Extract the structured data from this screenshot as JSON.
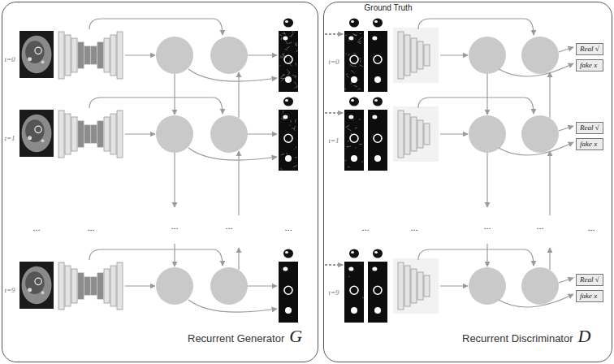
{
  "diagram": {
    "nodes": [
      {
        "text": [
          "Recurrent Generator",
          "G"
        ]
      },
      {
        "text": [
          "Recurrent Discriminator",
          "D"
        ]
      },
      {
        "text": [
          "Real √"
        ],
        "in": 1
      },
      {
        "text": [
          "fake x"
        ],
        "in": 1
      },
      {
        "text": [
          "Real √"
        ],
        "in": 1
      },
      {
        "text": [
          "fake x"
        ],
        "in": 1
      },
      {
        "text": [
          "Real √"
        ],
        "in": 1
      },
      {
        "text": [
          "fake x"
        ],
        "in": 1
      }
    ],
    "labels": [
      "Ground Truth",
      "t=0",
      "t=0",
      "t=1",
      "t=1",
      "...",
      "...",
      "...",
      "...",
      "...",
      "...",
      "...",
      "...",
      "...",
      "...",
      "t=9",
      "t=9"
    ]
  }
}
